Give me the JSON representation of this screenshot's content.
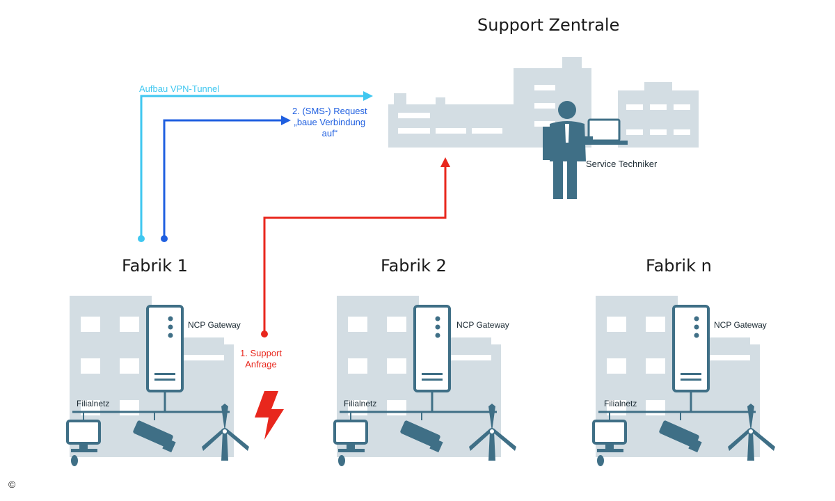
{
  "header": {
    "title": "Support Zentrale"
  },
  "center": {
    "technician_label": "Service Techniker"
  },
  "arrows": {
    "vpn_label": "Aufbau VPN-Tunnel",
    "sms_label_line1": "2. (SMS-) Request",
    "sms_label_line2": "„baue Verbindung",
    "sms_label_line3": "auf“",
    "support_label_line1": "1. Support",
    "support_label_line2": "Anfrage"
  },
  "factories": [
    {
      "title": "Fabrik 1",
      "gateway_label": "NCP Gateway",
      "network_label": "Filialnetz"
    },
    {
      "title": "Fabrik 2",
      "gateway_label": "NCP Gateway",
      "network_label": "Filialnetz"
    },
    {
      "title": "Fabrik n",
      "gateway_label": "NCP Gateway",
      "network_label": "Filialnetz"
    }
  ],
  "footer": {
    "copyright": "©"
  },
  "colors": {
    "vpn": "#3fc7f0",
    "sms": "#1f5fe0",
    "support": "#e8271d",
    "building": "#d3dde3",
    "device": "#3f6f86"
  }
}
